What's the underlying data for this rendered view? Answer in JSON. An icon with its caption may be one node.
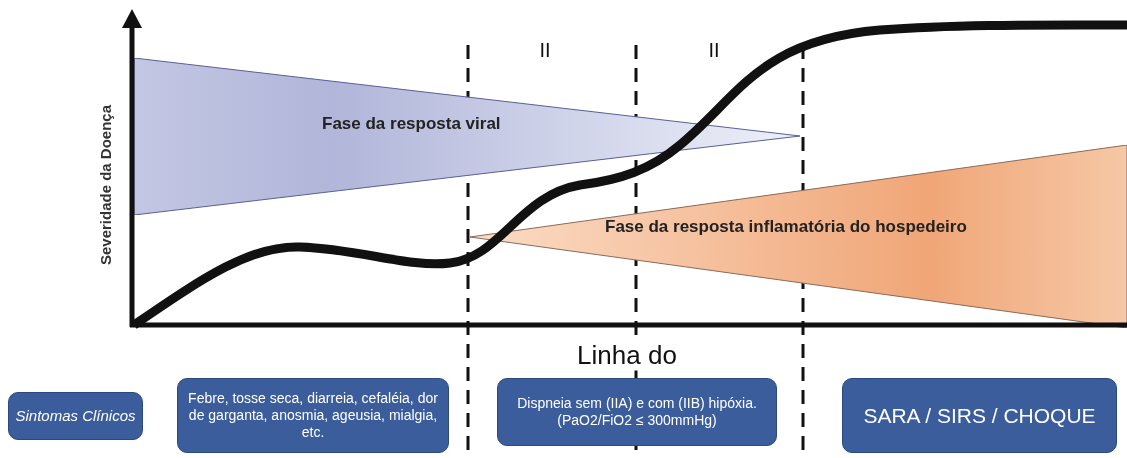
{
  "diagram": {
    "nodes": [
      {
        "text": [
          "Fase da resposta viral"
        ]
      },
      {
        "text": [
          "Fase da resposta inflamatória do hospedeiro"
        ]
      },
      {
        "text": [
          "Sintomas Clínicos"
        ]
      },
      {
        "text": [
          "Febre, tosse seca, diarreia, cefaléia, dor de garganta, anosmia, ageusia, mialgia, etc."
        ]
      },
      {
        "text": [
          "Dispneia sem (IIA) e com (IIB) hipóxia. (PaO2/FiO2 ≤ 300mmHg)"
        ]
      },
      {
        "text": [
          "SARA / SIRS / CHOQUE"
        ]
      }
    ],
    "edges": [],
    "labels": [
      "II",
      "II",
      "Severidade da Doença",
      "Linha do"
    ]
  }
}
